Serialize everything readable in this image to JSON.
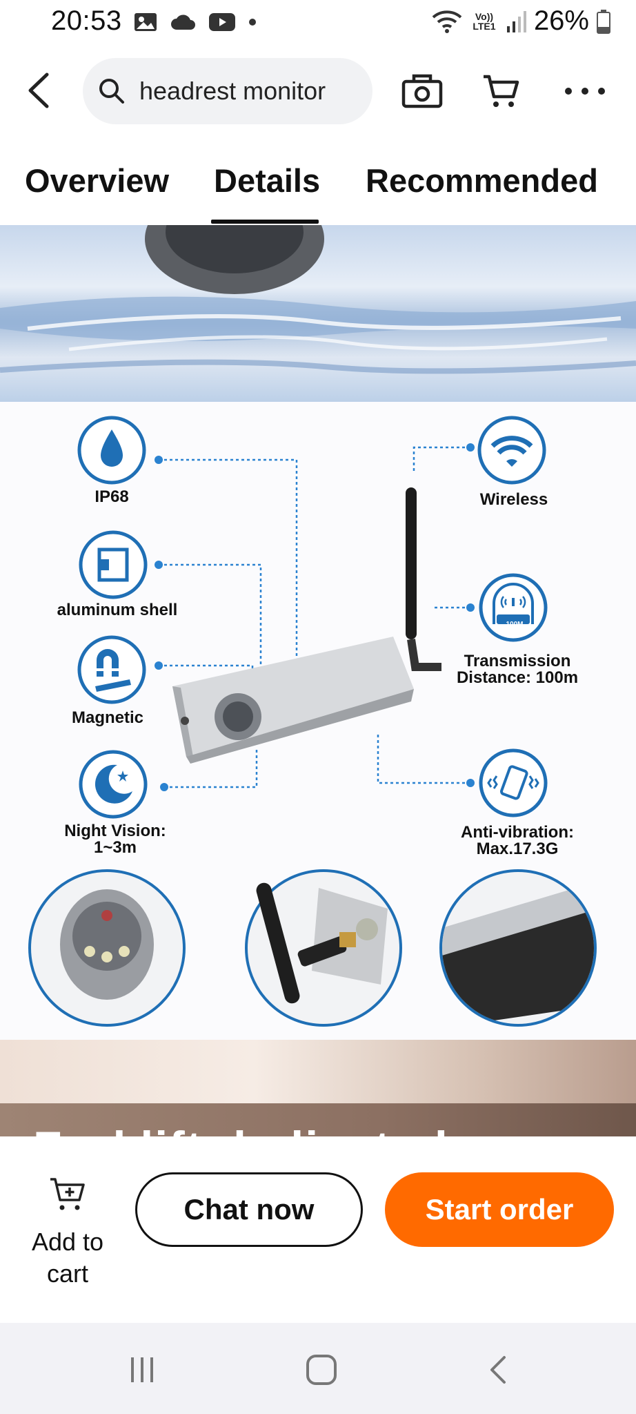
{
  "status_bar": {
    "time": "20:53",
    "network_label": "Vo)) LTE1",
    "battery": "26%",
    "icons": [
      "gallery-icon",
      "cloud-icon",
      "youtube-icon",
      "dot-icon",
      "wifi-icon",
      "signal-icon",
      "battery-icon"
    ]
  },
  "top_bar": {
    "search_query": "headrest monitor",
    "icons": [
      "back-arrow-icon",
      "search-icon",
      "camera-icon",
      "cart-icon",
      "more-dots-icon"
    ]
  },
  "tabs": [
    {
      "label": "Overview",
      "active": false
    },
    {
      "label": "Details",
      "active": true
    },
    {
      "label": "Recommended",
      "active": false
    }
  ],
  "product_image": {
    "features_left": [
      {
        "label": "IP68",
        "icon": "water-drop-icon"
      },
      {
        "label": "aluminum shell",
        "icon": "shell-icon"
      },
      {
        "label": "Magnetic",
        "icon": "magnet-icon"
      },
      {
        "label_line1": "Night Vision:",
        "label_line2": "1~3m",
        "icon": "moon-icon"
      }
    ],
    "features_right": [
      {
        "label": "Wireless",
        "icon": "wifi-icon"
      },
      {
        "label_line1": "Transmission",
        "label_line2": "Distance: 100m",
        "icon": "router-icon",
        "badge": "100M"
      },
      {
        "label_line1": "Anti-vibration:",
        "label_line2": "Max.17.3G",
        "icon": "vibration-icon"
      }
    ],
    "accent_color": "#1f6fb5",
    "banner_partial_text": "Forklift dedicated"
  },
  "action_bar": {
    "add_to_cart_line1": "Add to",
    "add_to_cart_line2": "cart",
    "chat_label": "Chat now",
    "order_label": "Start order",
    "order_color": "#ff6a00"
  },
  "nav_bar": {
    "icons": [
      "recents-icon",
      "home-icon",
      "back-icon"
    ]
  }
}
